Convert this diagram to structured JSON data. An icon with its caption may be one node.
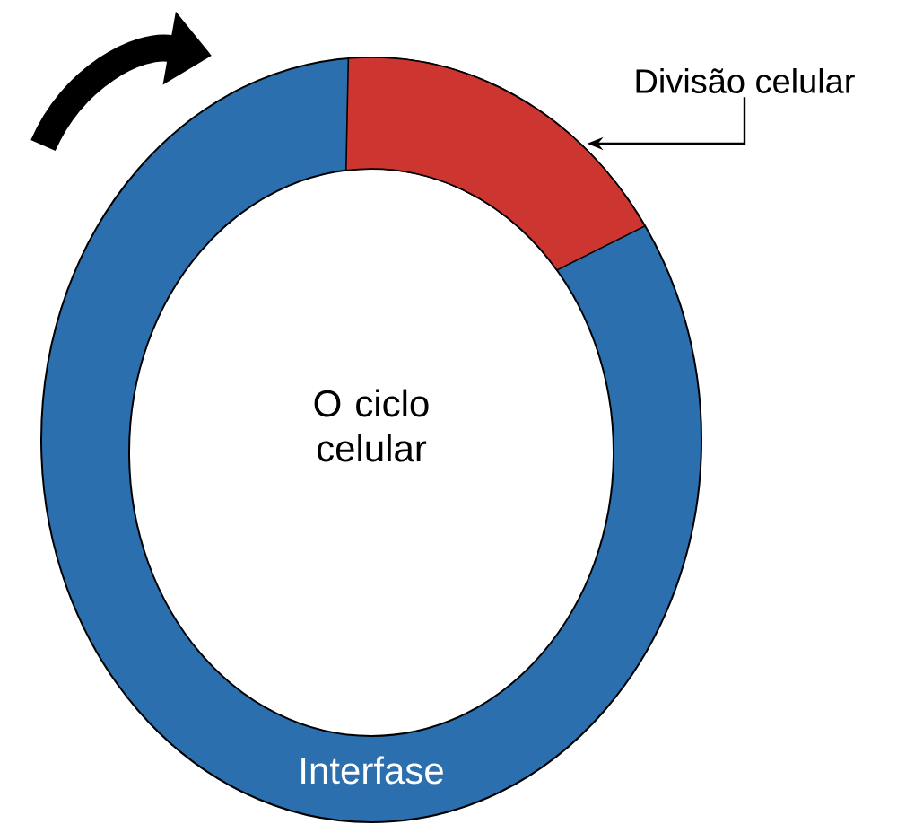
{
  "diagram": {
    "nodes": [
      {
        "text": [
          "Divisão celular"
        ]
      },
      {
        "text": [],
        "shape": "arc"
      }
    ],
    "edges": [
      {
        "from": 0,
        "to": 1,
        "arrow": "to"
      }
    ],
    "labels": [
      "O ciclo celular",
      "Interfase"
    ]
  }
}
